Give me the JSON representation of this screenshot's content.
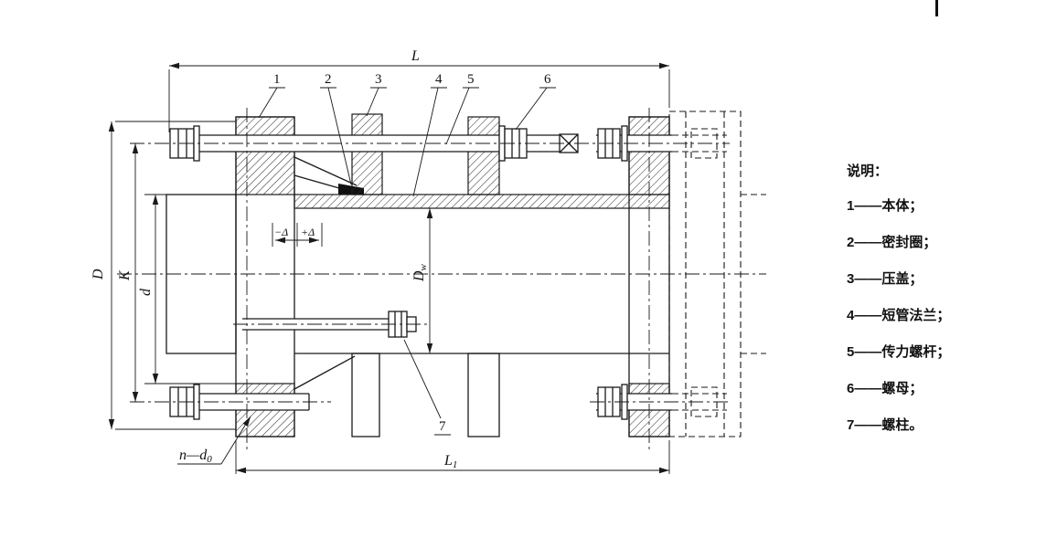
{
  "page": {
    "background": "#ffffff",
    "line_color": "#1a1a1a"
  },
  "callouts": {
    "items": [
      "1",
      "2",
      "3",
      "4",
      "5",
      "6",
      "7"
    ]
  },
  "dims": {
    "L": "L",
    "L1_base": "L",
    "L1_sub": "1",
    "D": "D",
    "K": "K",
    "d": "d",
    "Dw_base": "D",
    "Dw_sub": "w",
    "nd0_base": "n—d",
    "nd0_sub": "0",
    "minus_delta": "−Δ",
    "plus_delta": "+Δ"
  },
  "legend": {
    "title": "说明：",
    "items": [
      "1——本体；",
      "2——密封圈；",
      "3——压盖；",
      "4——短管法兰；",
      "5——传力螺杆；",
      "6——螺母；",
      "7——螺柱。"
    ]
  }
}
